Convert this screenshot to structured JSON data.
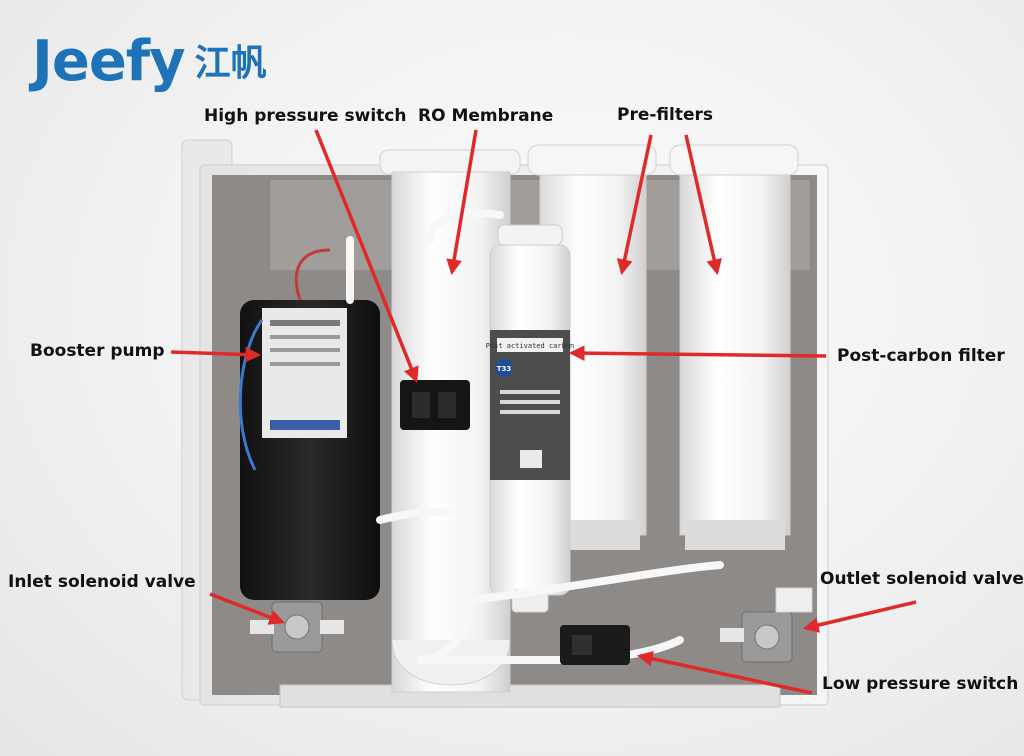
{
  "brand": {
    "latin": "Jeefy",
    "cjk": "江帆"
  },
  "labels": {
    "high_pressure_switch": "High pressure switch",
    "ro_membrane": "RO Membrane",
    "pre_filters": "Pre-filters",
    "booster_pump": "Booster pump",
    "post_carbon_filter": "Post-carbon filter",
    "inlet_solenoid_valve": "Inlet solenoid valve",
    "outlet_solenoid_valve": "Outlet solenoid valve",
    "low_pressure_switch": "Low pressure switch"
  },
  "sticker": {
    "model": "T33",
    "line": "Post activated carbon"
  },
  "colors": {
    "brand": "#1e73b8",
    "arrow": "#e02a2a",
    "label": "#111111"
  },
  "icons": {
    "arrow": "red-arrow-icon",
    "brand": "brand-logo"
  }
}
